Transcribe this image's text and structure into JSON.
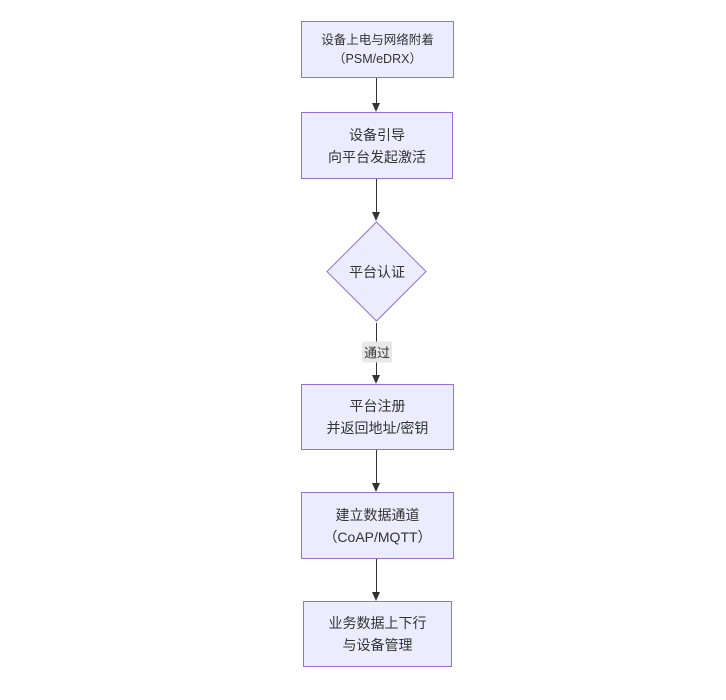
{
  "diagram": {
    "type": "flowchart",
    "direction": "top-down",
    "colors": {
      "node_fill": "#ECECFF",
      "node_border": "#9370DB",
      "text": "#333333",
      "edge_line": "#333333",
      "edge_label_bg": "#e8e8e8",
      "background": "#ffffff"
    },
    "nodes": [
      {
        "id": "power-attach",
        "shape": "rect",
        "line1": "设备上电与网络附着",
        "line2": "（PSM/eDRX）"
      },
      {
        "id": "bootstrap",
        "shape": "rect",
        "line1": "设备引导",
        "line2": "向平台发起激活"
      },
      {
        "id": "platform-auth",
        "shape": "diamond",
        "line1": "平台认证",
        "line2": ""
      },
      {
        "id": "platform-reg",
        "shape": "rect",
        "line1": "平台注册",
        "line2": "并返回地址/密钥"
      },
      {
        "id": "data-channel",
        "shape": "rect",
        "line1": "建立数据通道",
        "line2": "（CoAP/MQTT）"
      },
      {
        "id": "business-data",
        "shape": "rect",
        "line1": "业务数据上下行",
        "line2": "与设备管理"
      }
    ],
    "edges": [
      {
        "from": "power-attach",
        "to": "bootstrap",
        "label": ""
      },
      {
        "from": "bootstrap",
        "to": "platform-auth",
        "label": ""
      },
      {
        "from": "platform-auth",
        "to": "platform-reg",
        "label": "通过"
      },
      {
        "from": "platform-reg",
        "to": "data-channel",
        "label": ""
      },
      {
        "from": "data-channel",
        "to": "business-data",
        "label": ""
      }
    ]
  }
}
